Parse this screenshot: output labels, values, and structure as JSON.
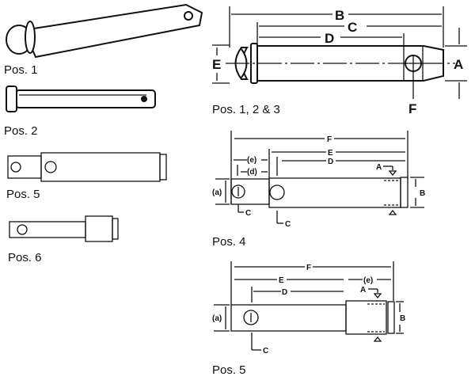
{
  "labels": {
    "pos1": "Pos. 1",
    "pos2": "Pos. 2",
    "pos5_small": "Pos. 5",
    "pos6": "Pos. 6",
    "pos123": "Pos. 1, 2 & 3",
    "pos4": "Pos. 4",
    "pos5": "Pos. 5"
  },
  "dims_pos123": {
    "A": "A",
    "B": "B",
    "C": "C",
    "D": "D",
    "E": "E",
    "F": "F"
  },
  "dims_pos4": {
    "F": "F",
    "E": "E",
    "D": "D",
    "e": "(e)",
    "d": "(d)",
    "a": "(a)",
    "C1": "C",
    "C2": "C",
    "A": "A",
    "B": "B"
  },
  "dims_pos5": {
    "F": "F",
    "E": "E",
    "e": "(e)",
    "D": "D",
    "a": "(a)",
    "C": "C",
    "A": "A",
    "B": "B"
  }
}
